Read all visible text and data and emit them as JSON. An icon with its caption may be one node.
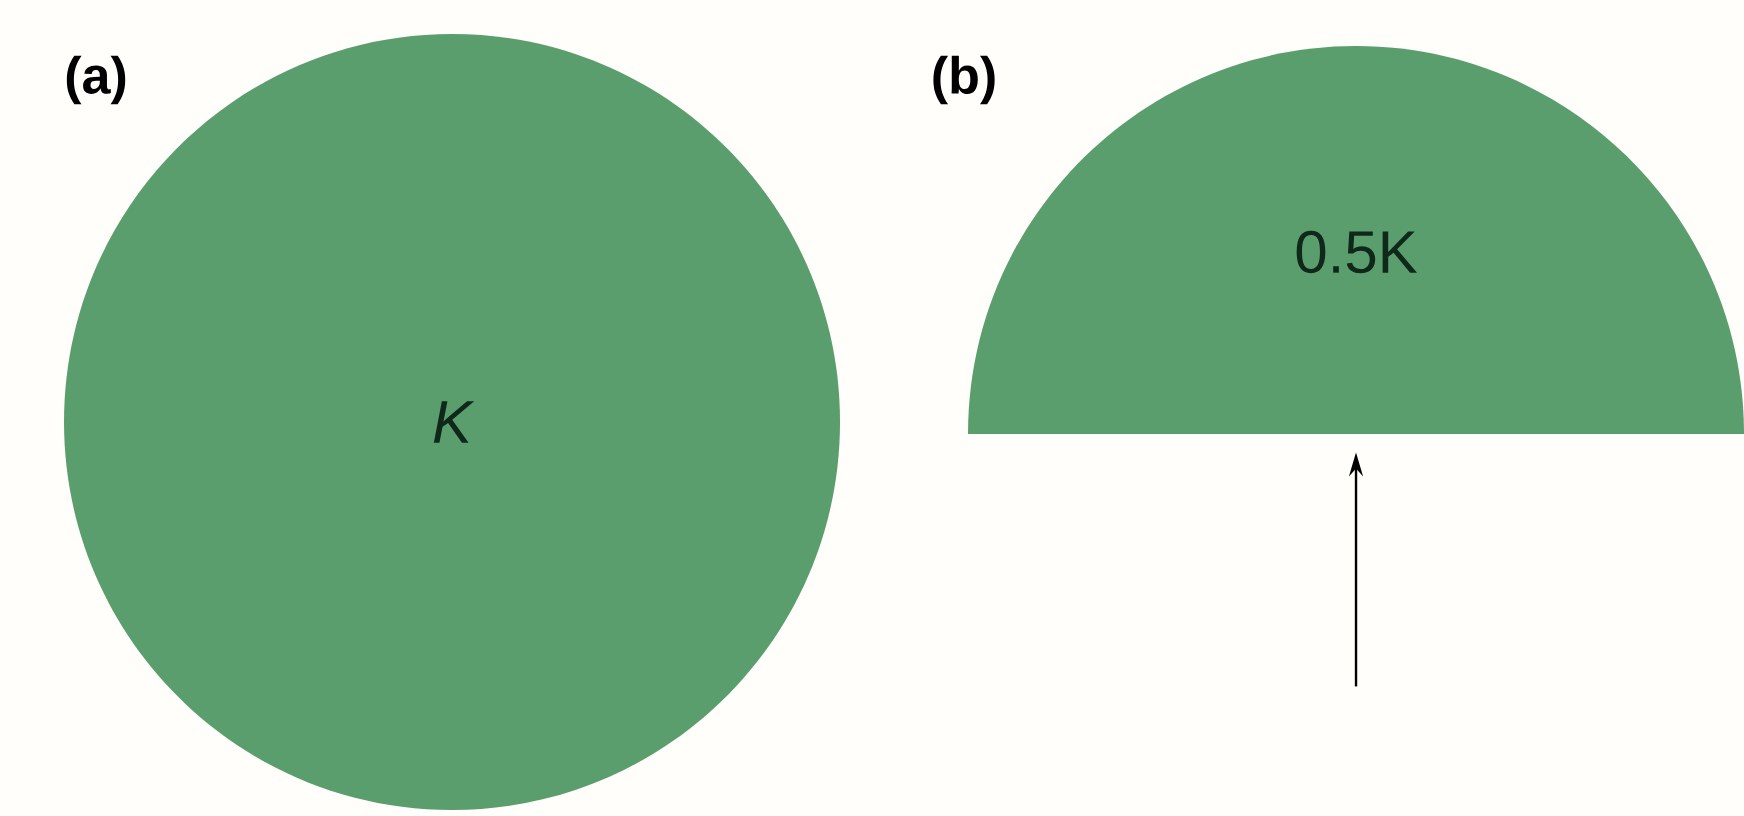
{
  "diagram": {
    "nodes": [
      {
        "text": [
          "K"
        ]
      },
      {
        "text": [
          "0.5K"
        ]
      }
    ],
    "edges": [
      {
        "from": null,
        "to": 1,
        "arrow": "to"
      }
    ],
    "labels": [
      "(a)",
      "(b)"
    ]
  }
}
